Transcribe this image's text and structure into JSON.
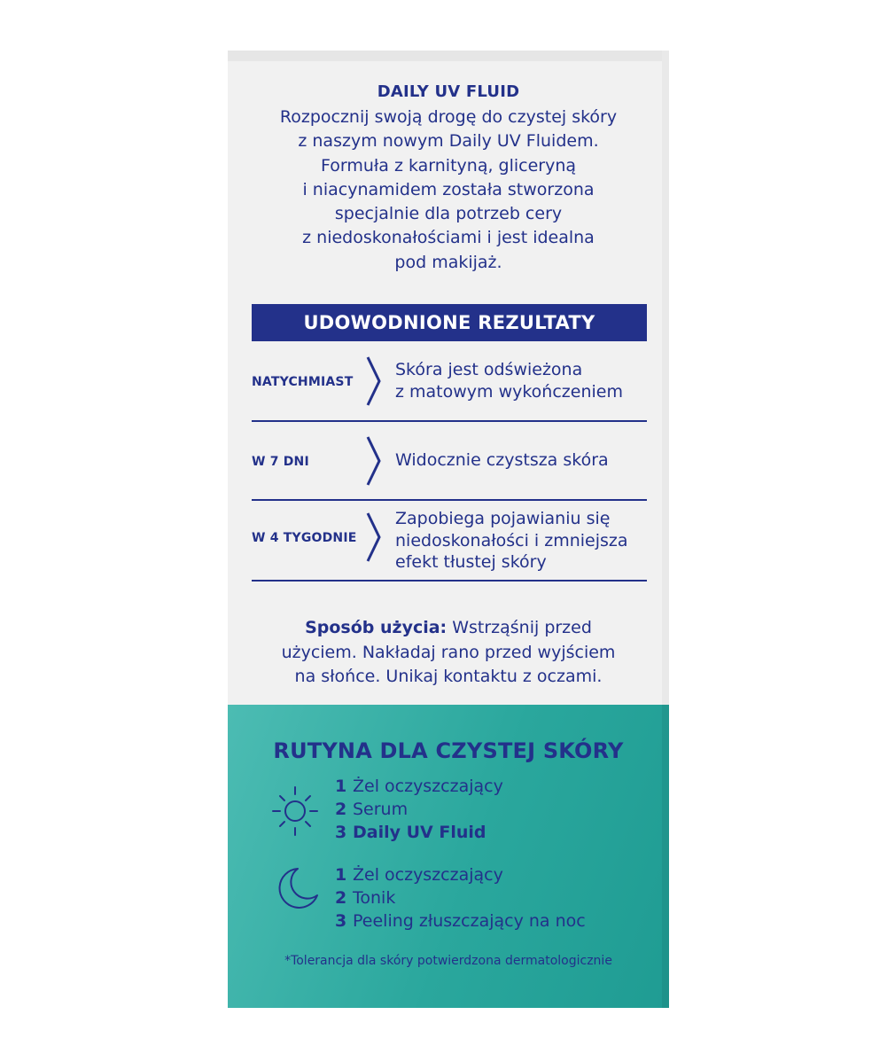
{
  "product": {
    "title": "DAILY UV FLUID",
    "intro_lines": [
      "Rozpocznij swoją drogę do czystej skóry",
      "z naszym nowym Daily UV Fluidem.",
      "Formuła z karnityną, gliceryną",
      "i niacynamidem została stworzona",
      "specjalnie dla potrzeb cery",
      "z niedoskonałościami i jest idealna",
      "pod makijaż."
    ]
  },
  "results": {
    "heading": "UDOWODNIONE REZULTATY",
    "rows": [
      {
        "label": "NATYCHMIAST",
        "lines": [
          "Skóra jest odświeżona",
          "z matowym wykończeniem"
        ]
      },
      {
        "label": "W 7 DNI",
        "lines": [
          "Widocznie czystsza skóra"
        ]
      },
      {
        "label": "W 4 TYGODNIE",
        "lines": [
          "Zapobiega pojawianiu się",
          "niedoskonałości i zmniejsza",
          "efekt tłustej skóry"
        ]
      }
    ]
  },
  "usage": {
    "label": "Sposób użycia:",
    "lines": [
      " Wstrząśnij przed",
      "użyciem. Nakładaj rano przed wyjściem",
      "na słońce. Unikaj kontaktu z oczami."
    ]
  },
  "routine": {
    "heading": "RUTYNA DLA CZYSTEJ SKÓRY",
    "morning": {
      "icon": "sun-icon",
      "steps": [
        {
          "num": "1",
          "text": "Żel oczyszczający",
          "bold": false
        },
        {
          "num": "2",
          "text": "Serum",
          "bold": false
        },
        {
          "num": "3",
          "text": "Daily UV Fluid",
          "bold": true
        }
      ]
    },
    "evening": {
      "icon": "moon-icon",
      "steps": [
        {
          "num": "1",
          "text": "Żel oczyszczający",
          "bold": false
        },
        {
          "num": "2",
          "text": "Tonik",
          "bold": false
        },
        {
          "num": "3",
          "text": "Peeling złuszczający na noc",
          "bold": false
        }
      ]
    },
    "footnote": "*Tolerancja dla skóry potwierdzona dermatologicznie"
  },
  "colors": {
    "navy": "#23318a",
    "teal": "#2aa79d",
    "box": "#f1f1f1"
  }
}
